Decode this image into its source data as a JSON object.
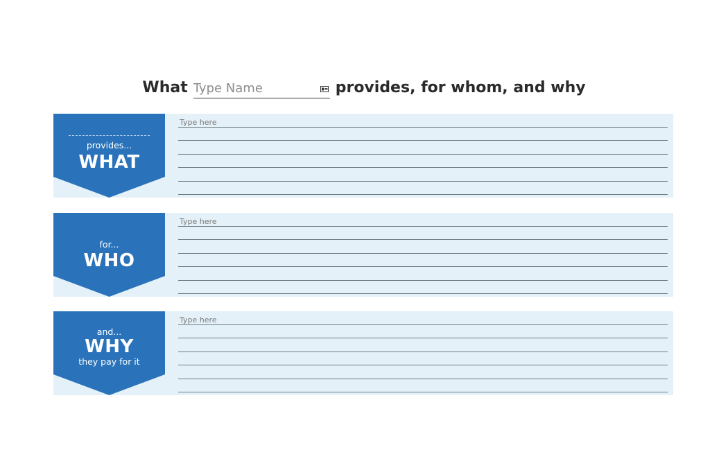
{
  "header": {
    "title_prefix": "What",
    "name_placeholder": "Type Name",
    "title_suffix": "provides, for whom, and why"
  },
  "sections": [
    {
      "lead": "provides...",
      "keyword": "WHAT",
      "sub": "",
      "placeholder": "Type here"
    },
    {
      "lead": "for...",
      "keyword": "WHO",
      "sub": "",
      "placeholder": "Type here"
    },
    {
      "lead": "and...",
      "keyword": "WHY",
      "sub": "they pay for it",
      "placeholder": "Type here"
    }
  ],
  "colors": {
    "badge_blue": "#2a73ba",
    "panel_light_blue": "#e4f1f8",
    "title_text": "#2b2b2b"
  },
  "icons": {
    "name_field_icon": "contact-card-icon"
  }
}
